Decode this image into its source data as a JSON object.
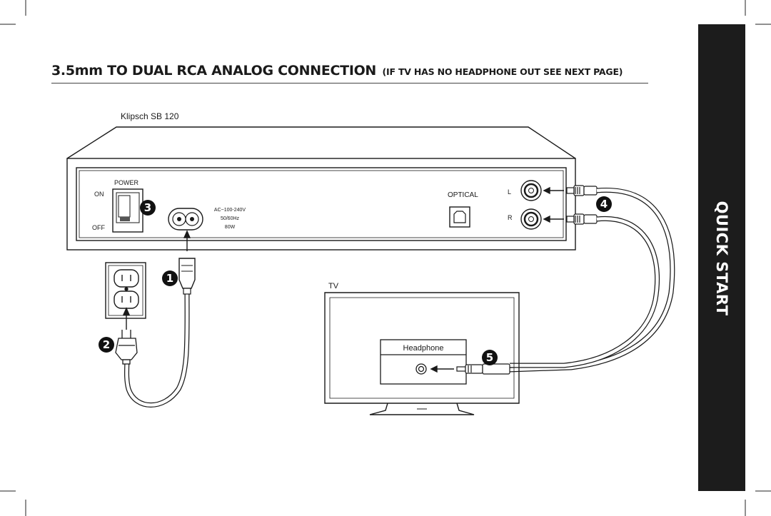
{
  "title": {
    "main": "3.5mm TO DUAL RCA ANALOG CONNECTION",
    "sub": "(IF TV HAS NO HEADPHONE OUT SEE NEXT PAGE)"
  },
  "side_tab": {
    "label": "QUICK START"
  },
  "soundbar": {
    "model": "Klipsch SB 120",
    "power_label": "POWER",
    "on_label": "ON",
    "off_label": "OFF",
    "rating_lines": [
      "AC~100-240V",
      "50/60Hz",
      "80W"
    ],
    "optical_label": "OPTICAL",
    "left_label": "L",
    "right_label": "R"
  },
  "tv": {
    "label": "TV",
    "headphone_label": "Headphone"
  },
  "steps": [
    "1",
    "2",
    "3",
    "4",
    "5"
  ]
}
